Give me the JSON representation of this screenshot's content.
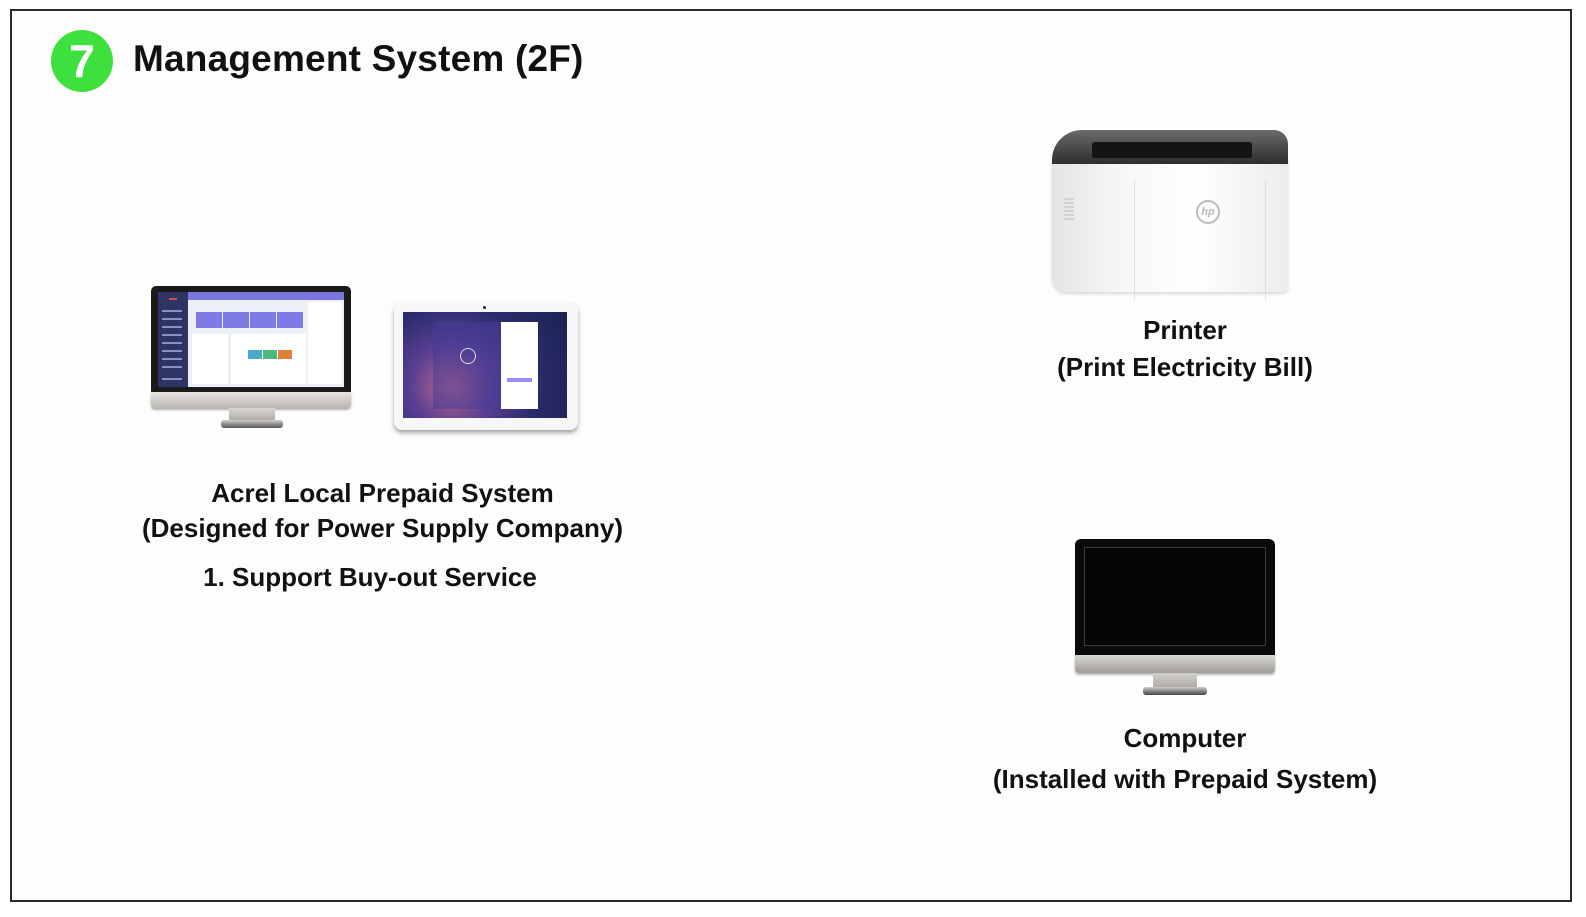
{
  "header": {
    "step_number": "7",
    "badge_color": "#3ee03e",
    "title": "Management System (2F)"
  },
  "left_group": {
    "devices": [
      {
        "name": "Desktop monitor",
        "icon": "desktop-monitor-icon",
        "screen": "prepaid system dashboard"
      },
      {
        "name": "Tablet",
        "icon": "tablet-icon",
        "screen": "prepaid system login"
      }
    ],
    "caption_lines": [
      "Acrel Local Prepaid System",
      "(Designed for Power Supply Company)"
    ],
    "feature": "1. Support Buy-out Service"
  },
  "printer": {
    "icon": "printer-icon",
    "brand_mark": "hp",
    "caption_lines": [
      "Printer",
      "(Print Electricity Bill)"
    ]
  },
  "computer": {
    "icon": "computer-monitor-icon",
    "caption_lines": [
      "Computer",
      "(Installed with Prepaid System)"
    ]
  }
}
